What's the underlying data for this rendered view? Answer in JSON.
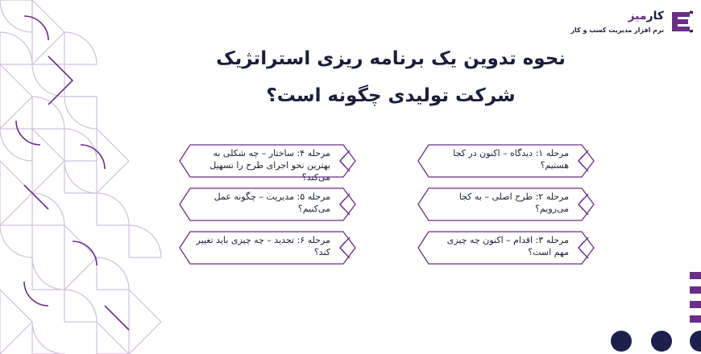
{
  "brand": {
    "name_accent": "کار",
    "name_rest": "میز",
    "tagline": "نرم افزار مدیریت کسب و کار"
  },
  "title": {
    "line1": "نحوه تدوین یک برنامه ریزی استراتژیک",
    "line2": "شرکت تولیدی چگونه است؟"
  },
  "stages": [
    {
      "text": "مرحله ۱: دیدگاه – اکنون در کجا هستیم؟"
    },
    {
      "text": "مرحله ۲: طرح اصلی – به کجا می‌رویم؟"
    },
    {
      "text": "مرحله ۳: اقدام – اکنون چه چیزی مهم است؟"
    },
    {
      "text": "مرحله ۴: ساختار – چه شکلی به بهترین نحو اجرای طرح را تسهیل می‌کند؟"
    },
    {
      "text": "مرحله ۵: مدیریت – چگونه عمل می‌کنیم؟"
    },
    {
      "text": "مرحله ۶: تجدید – چه چیزی باید تغییر کند؟"
    }
  ],
  "colors": {
    "accent": "#6a2e86",
    "navy": "#1d1f4d",
    "pattern": "#cfc1dc"
  }
}
